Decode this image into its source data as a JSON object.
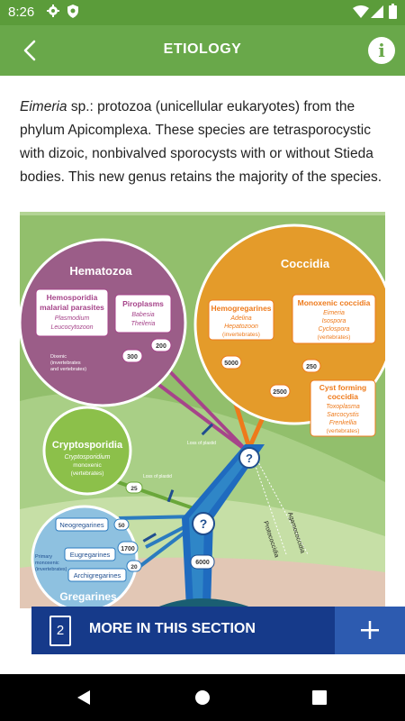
{
  "status_bar": {
    "time": "8:26",
    "icons": [
      "gear-icon",
      "shield-icon",
      "wifi-icon",
      "signal-icon",
      "battery-icon"
    ]
  },
  "app_bar": {
    "title": "ETIOLOGY",
    "back_icon": "back-arrow-icon",
    "info_icon": "info-icon",
    "info_glyph": "i",
    "color": "#69a84a"
  },
  "description": {
    "genus": "Eimeria",
    "text": " sp.: protozoa (unicellular eukaryotes) from the phylum Apicomplexa. These species are tetrasporocystic with dizoic, nonbivalved sporocysts with or without Stieda bodies. This new genus retains the majority of the species."
  },
  "figure": {
    "hematozoa": {
      "title": "Hematozoa",
      "hemosporidia": {
        "title_line1": "Hemosporidia",
        "title_line2": "malarial parasites",
        "genus1": "Plasmodium",
        "genus2": "Leucocytozoon"
      },
      "piroplasms": {
        "title": "Piroplasms",
        "genus1": "Babesia",
        "genus2": "Theileria"
      },
      "count_a": "300",
      "count_b": "200",
      "note_line1": "Dixenic",
      "note_line2": "(invertebrates",
      "note_line3": "and vertebrates)"
    },
    "coccidia": {
      "title": "Coccidia",
      "hemogregarines": {
        "title": "Hemogregarines",
        "genus1": "Adelina",
        "genus2": "Hepatozoon",
        "host": "(invertebrates)"
      },
      "monoxenic": {
        "title": "Monoxenic coccidia",
        "genus1": "Eimeria",
        "genus2": "Isospora",
        "genus3": "Cyclospora",
        "host": "(vertebrates)"
      },
      "cyst_forming": {
        "title_line1": "Cyst forming",
        "title_line2": "coccidia",
        "genus1": "Toxoplasma",
        "genus2": "Sarcocystis",
        "genus3": "Frenkellia",
        "host": "(vertebrates)"
      },
      "count_a": "5000",
      "count_b": "2500",
      "count_c": "250"
    },
    "cryptosporidia": {
      "title": "Cryptosporidia",
      "genus": "Cryptosporidium",
      "note": "monoxenic",
      "host": "(vertebrates)",
      "count": "25"
    },
    "gregarines": {
      "title": "Gregarines",
      "neo": "Neogregarines",
      "eu": "Eugregarines",
      "archi": "Archigregarines",
      "count_neo": "50",
      "count_eu": "1700",
      "count_archi": "20",
      "note_line1": "Primary",
      "note_line2": "monoxenic",
      "note_line3": "(invertebrates)"
    },
    "loss_of_plastid_1": "Loss of plastid",
    "loss_of_plastid_2": "Loss of plastid",
    "protococcidia": "Protococcidia",
    "agamococcidia": "Agamococcidia",
    "unknown_glyph": "?",
    "trunk_count": "6000"
  },
  "more_section": {
    "count": "2",
    "label": "MORE IN THIS SECTION",
    "plus_icon": "plus-icon",
    "color": "#163a8a"
  },
  "nav_bar": {
    "icons": [
      "back-triangle-icon",
      "home-circle-icon",
      "recents-square-icon"
    ]
  }
}
